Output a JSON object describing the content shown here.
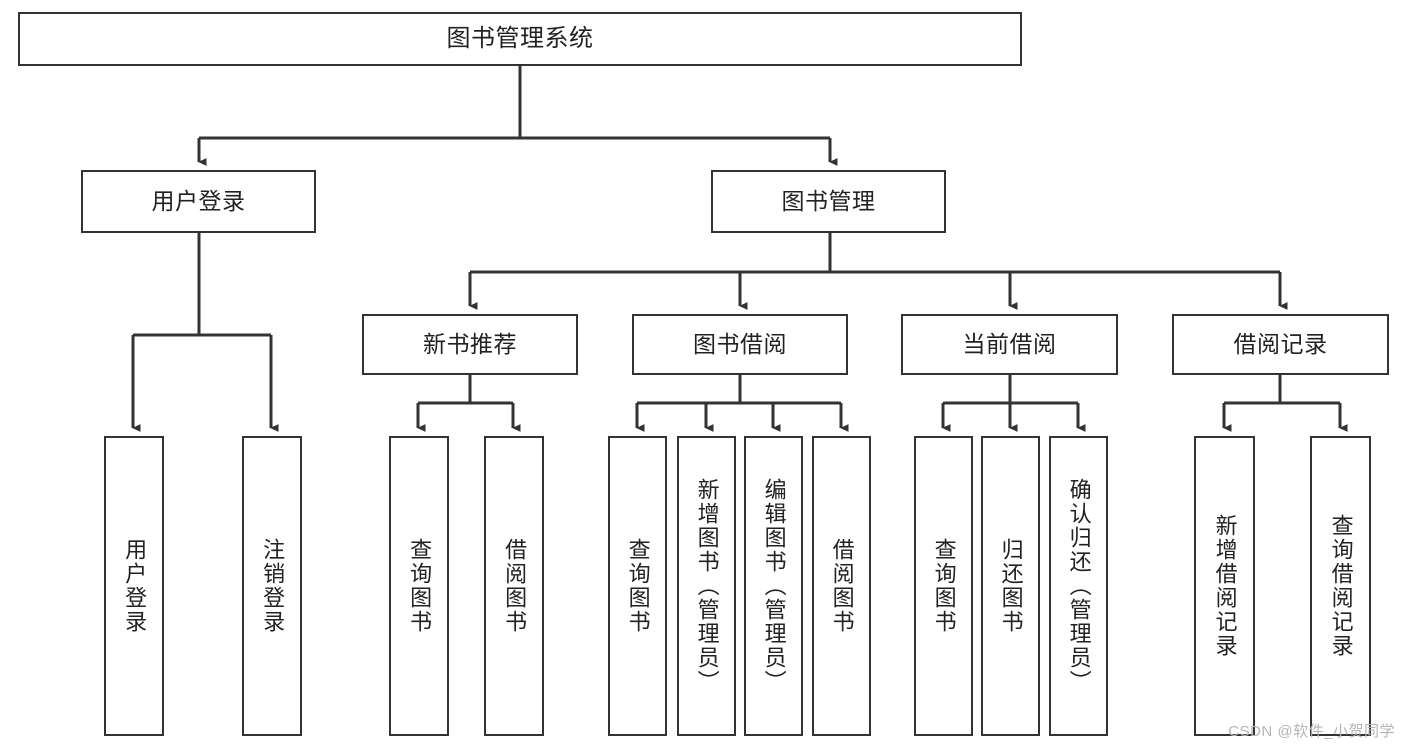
{
  "diagram": {
    "title": "图书管理系统",
    "type": "tree-hierarchy-diagram",
    "colors": {
      "node_border": "#333333",
      "node_fill": "#ffffff",
      "edge": "#333333",
      "text": "#222222",
      "watermark": "#b4b4b4"
    },
    "root": {
      "label": "图书管理系统"
    },
    "level2": [
      {
        "label": "用户登录"
      },
      {
        "label": "图书管理"
      }
    ],
    "level3": [
      {
        "label": "新书推荐"
      },
      {
        "label": "图书借阅"
      },
      {
        "label": "当前借阅"
      },
      {
        "label": "借阅记录"
      }
    ],
    "leaves": {
      "user_login": [
        {
          "label": "用户登录"
        },
        {
          "label": "注销登录"
        }
      ],
      "new_book_recommend": [
        {
          "label": "查询图书"
        },
        {
          "label": "借阅图书"
        }
      ],
      "book_borrow": [
        {
          "label": "查询图书"
        },
        {
          "label": "新增图书（管理员）"
        },
        {
          "label": "编辑图书（管理员）"
        },
        {
          "label": "借阅图书"
        }
      ],
      "current_borrow": [
        {
          "label": "查询图书"
        },
        {
          "label": "归还图书"
        },
        {
          "label": "确认归还（管理员）"
        }
      ],
      "borrow_record": [
        {
          "label": "新增借阅记录"
        },
        {
          "label": "查询借阅记录"
        }
      ]
    }
  },
  "watermark": {
    "text": "CSDN @软件_小贺同学"
  }
}
